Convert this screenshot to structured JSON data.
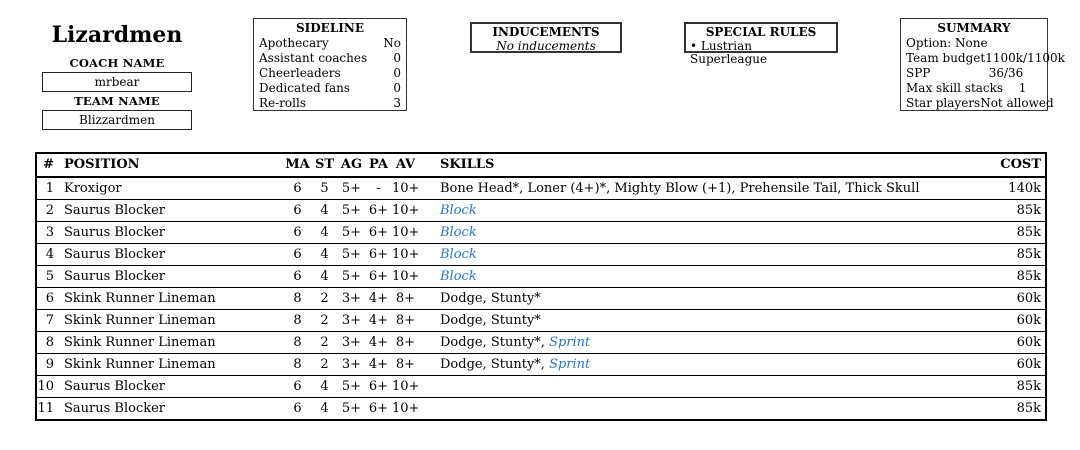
{
  "colors": {
    "added_skill_blue": "#2878c8",
    "text": "#000000",
    "background": "#ffffff"
  },
  "team": {
    "race": "Lizardmen",
    "coach_label": "COACH NAME",
    "coach_name": "mrbear",
    "team_label": "TEAM NAME",
    "team_name": "Blizzardmen"
  },
  "sideline": {
    "title": "SIDELINE",
    "rows": [
      {
        "label": "Apothecary",
        "value": "No"
      },
      {
        "label": "Assistant coaches",
        "value": "0"
      },
      {
        "label": "Cheerleaders",
        "value": "0"
      },
      {
        "label": "Dedicated fans",
        "value": "0"
      },
      {
        "label": "Re-rolls",
        "value": "3"
      }
    ]
  },
  "inducements": {
    "title": "INDUCEMENTS",
    "text": "No inducements"
  },
  "special_rules": {
    "title": "SPECIAL RULES",
    "bullet": "•",
    "items": [
      "Lustrian Superleague"
    ]
  },
  "summary": {
    "title": "SUMMARY",
    "option_line": "Option: None",
    "rows": [
      {
        "label": "Team budget",
        "value": "1100k/1100k"
      },
      {
        "label": "SPP",
        "value": "36/36"
      },
      {
        "label": "Max skill stacks",
        "value": "1"
      },
      {
        "label": "Star players",
        "value": "Not allowed"
      }
    ]
  },
  "roster": {
    "columns": [
      "#",
      "POSITION",
      "MA",
      "ST",
      "AG",
      "PA",
      "AV",
      "SKILLS",
      "COST"
    ],
    "players": [
      {
        "num": "1",
        "position": "Kroxigor",
        "ma": "6",
        "st": "5",
        "ag": "5+",
        "pa": "-",
        "av": "10+",
        "skills": [
          {
            "text": "Bone Head*, Loner (4+)*, Mighty Blow (+1), Prehensile Tail, Thick Skull",
            "added": false
          }
        ],
        "cost": "140k"
      },
      {
        "num": "2",
        "position": "Saurus Blocker",
        "ma": "6",
        "st": "4",
        "ag": "5+",
        "pa": "6+",
        "av": "10+",
        "skills": [
          {
            "text": "Block",
            "added": true
          }
        ],
        "cost": "85k"
      },
      {
        "num": "3",
        "position": "Saurus Blocker",
        "ma": "6",
        "st": "4",
        "ag": "5+",
        "pa": "6+",
        "av": "10+",
        "skills": [
          {
            "text": "Block",
            "added": true
          }
        ],
        "cost": "85k"
      },
      {
        "num": "4",
        "position": "Saurus Blocker",
        "ma": "6",
        "st": "4",
        "ag": "5+",
        "pa": "6+",
        "av": "10+",
        "skills": [
          {
            "text": "Block",
            "added": true
          }
        ],
        "cost": "85k"
      },
      {
        "num": "5",
        "position": "Saurus Blocker",
        "ma": "6",
        "st": "4",
        "ag": "5+",
        "pa": "6+",
        "av": "10+",
        "skills": [
          {
            "text": "Block",
            "added": true
          }
        ],
        "cost": "85k"
      },
      {
        "num": "6",
        "position": "Skink Runner Lineman",
        "ma": "8",
        "st": "2",
        "ag": "3+",
        "pa": "4+",
        "av": "8+",
        "skills": [
          {
            "text": "Dodge, Stunty*",
            "added": false
          }
        ],
        "cost": "60k"
      },
      {
        "num": "7",
        "position": "Skink Runner Lineman",
        "ma": "8",
        "st": "2",
        "ag": "3+",
        "pa": "4+",
        "av": "8+",
        "skills": [
          {
            "text": "Dodge, Stunty*",
            "added": false
          }
        ],
        "cost": "60k"
      },
      {
        "num": "8",
        "position": "Skink Runner Lineman",
        "ma": "8",
        "st": "2",
        "ag": "3+",
        "pa": "4+",
        "av": "8+",
        "skills": [
          {
            "text": "Dodge, Stunty*",
            "added": false
          },
          {
            "text": "Sprint",
            "added": true
          }
        ],
        "cost": "60k"
      },
      {
        "num": "9",
        "position": "Skink Runner Lineman",
        "ma": "8",
        "st": "2",
        "ag": "3+",
        "pa": "4+",
        "av": "8+",
        "skills": [
          {
            "text": "Dodge, Stunty*",
            "added": false
          },
          {
            "text": "Sprint",
            "added": true
          }
        ],
        "cost": "60k"
      },
      {
        "num": "10",
        "position": "Saurus Blocker",
        "ma": "6",
        "st": "4",
        "ag": "5+",
        "pa": "6+",
        "av": "10+",
        "skills": [],
        "cost": "85k"
      },
      {
        "num": "11",
        "position": "Saurus Blocker",
        "ma": "6",
        "st": "4",
        "ag": "5+",
        "pa": "6+",
        "av": "10+",
        "skills": [],
        "cost": "85k"
      }
    ]
  }
}
